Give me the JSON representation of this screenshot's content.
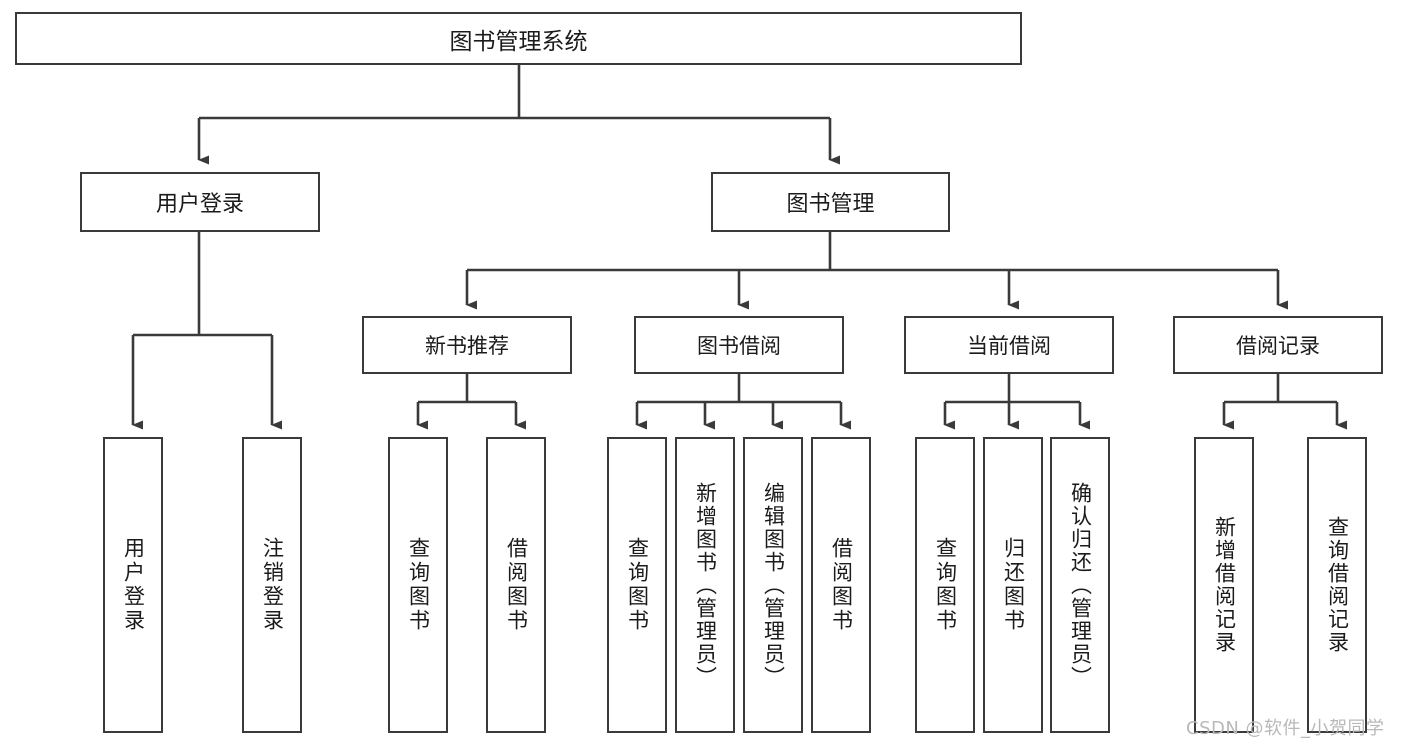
{
  "diagram": {
    "title": "图书管理系统",
    "root": {
      "label": "图书管理系统"
    },
    "level2": [
      {
        "label": "用户登录"
      },
      {
        "label": "图书管理"
      }
    ],
    "level3": [
      {
        "label": "新书推荐"
      },
      {
        "label": "图书借阅"
      },
      {
        "label": "当前借阅"
      },
      {
        "label": "借阅记录"
      }
    ],
    "leaves": {
      "user_login": [
        {
          "label": "用户登录"
        },
        {
          "label": "注销登录"
        }
      ],
      "new_book_recommend": [
        {
          "label": "查询图书"
        },
        {
          "label": "借阅图书"
        }
      ],
      "book_borrow": [
        {
          "label": "查询图书"
        },
        {
          "label": "新增图书（管理员）"
        },
        {
          "label": "编辑图书（管理员）"
        },
        {
          "label": "借阅图书"
        }
      ],
      "current_borrow": [
        {
          "label": "查询图书"
        },
        {
          "label": "归还图书"
        },
        {
          "label": "确认归还（管理员）"
        }
      ],
      "borrow_record": [
        {
          "label": "新增借阅记录"
        },
        {
          "label": "查询借阅记录"
        }
      ]
    },
    "watermark": "CSDN @软件_小贺同学",
    "colors": {
      "border": "#3a3a3a",
      "background": "#ffffff",
      "text": "#1b1b1b",
      "watermark": "#b9b9b9"
    }
  }
}
